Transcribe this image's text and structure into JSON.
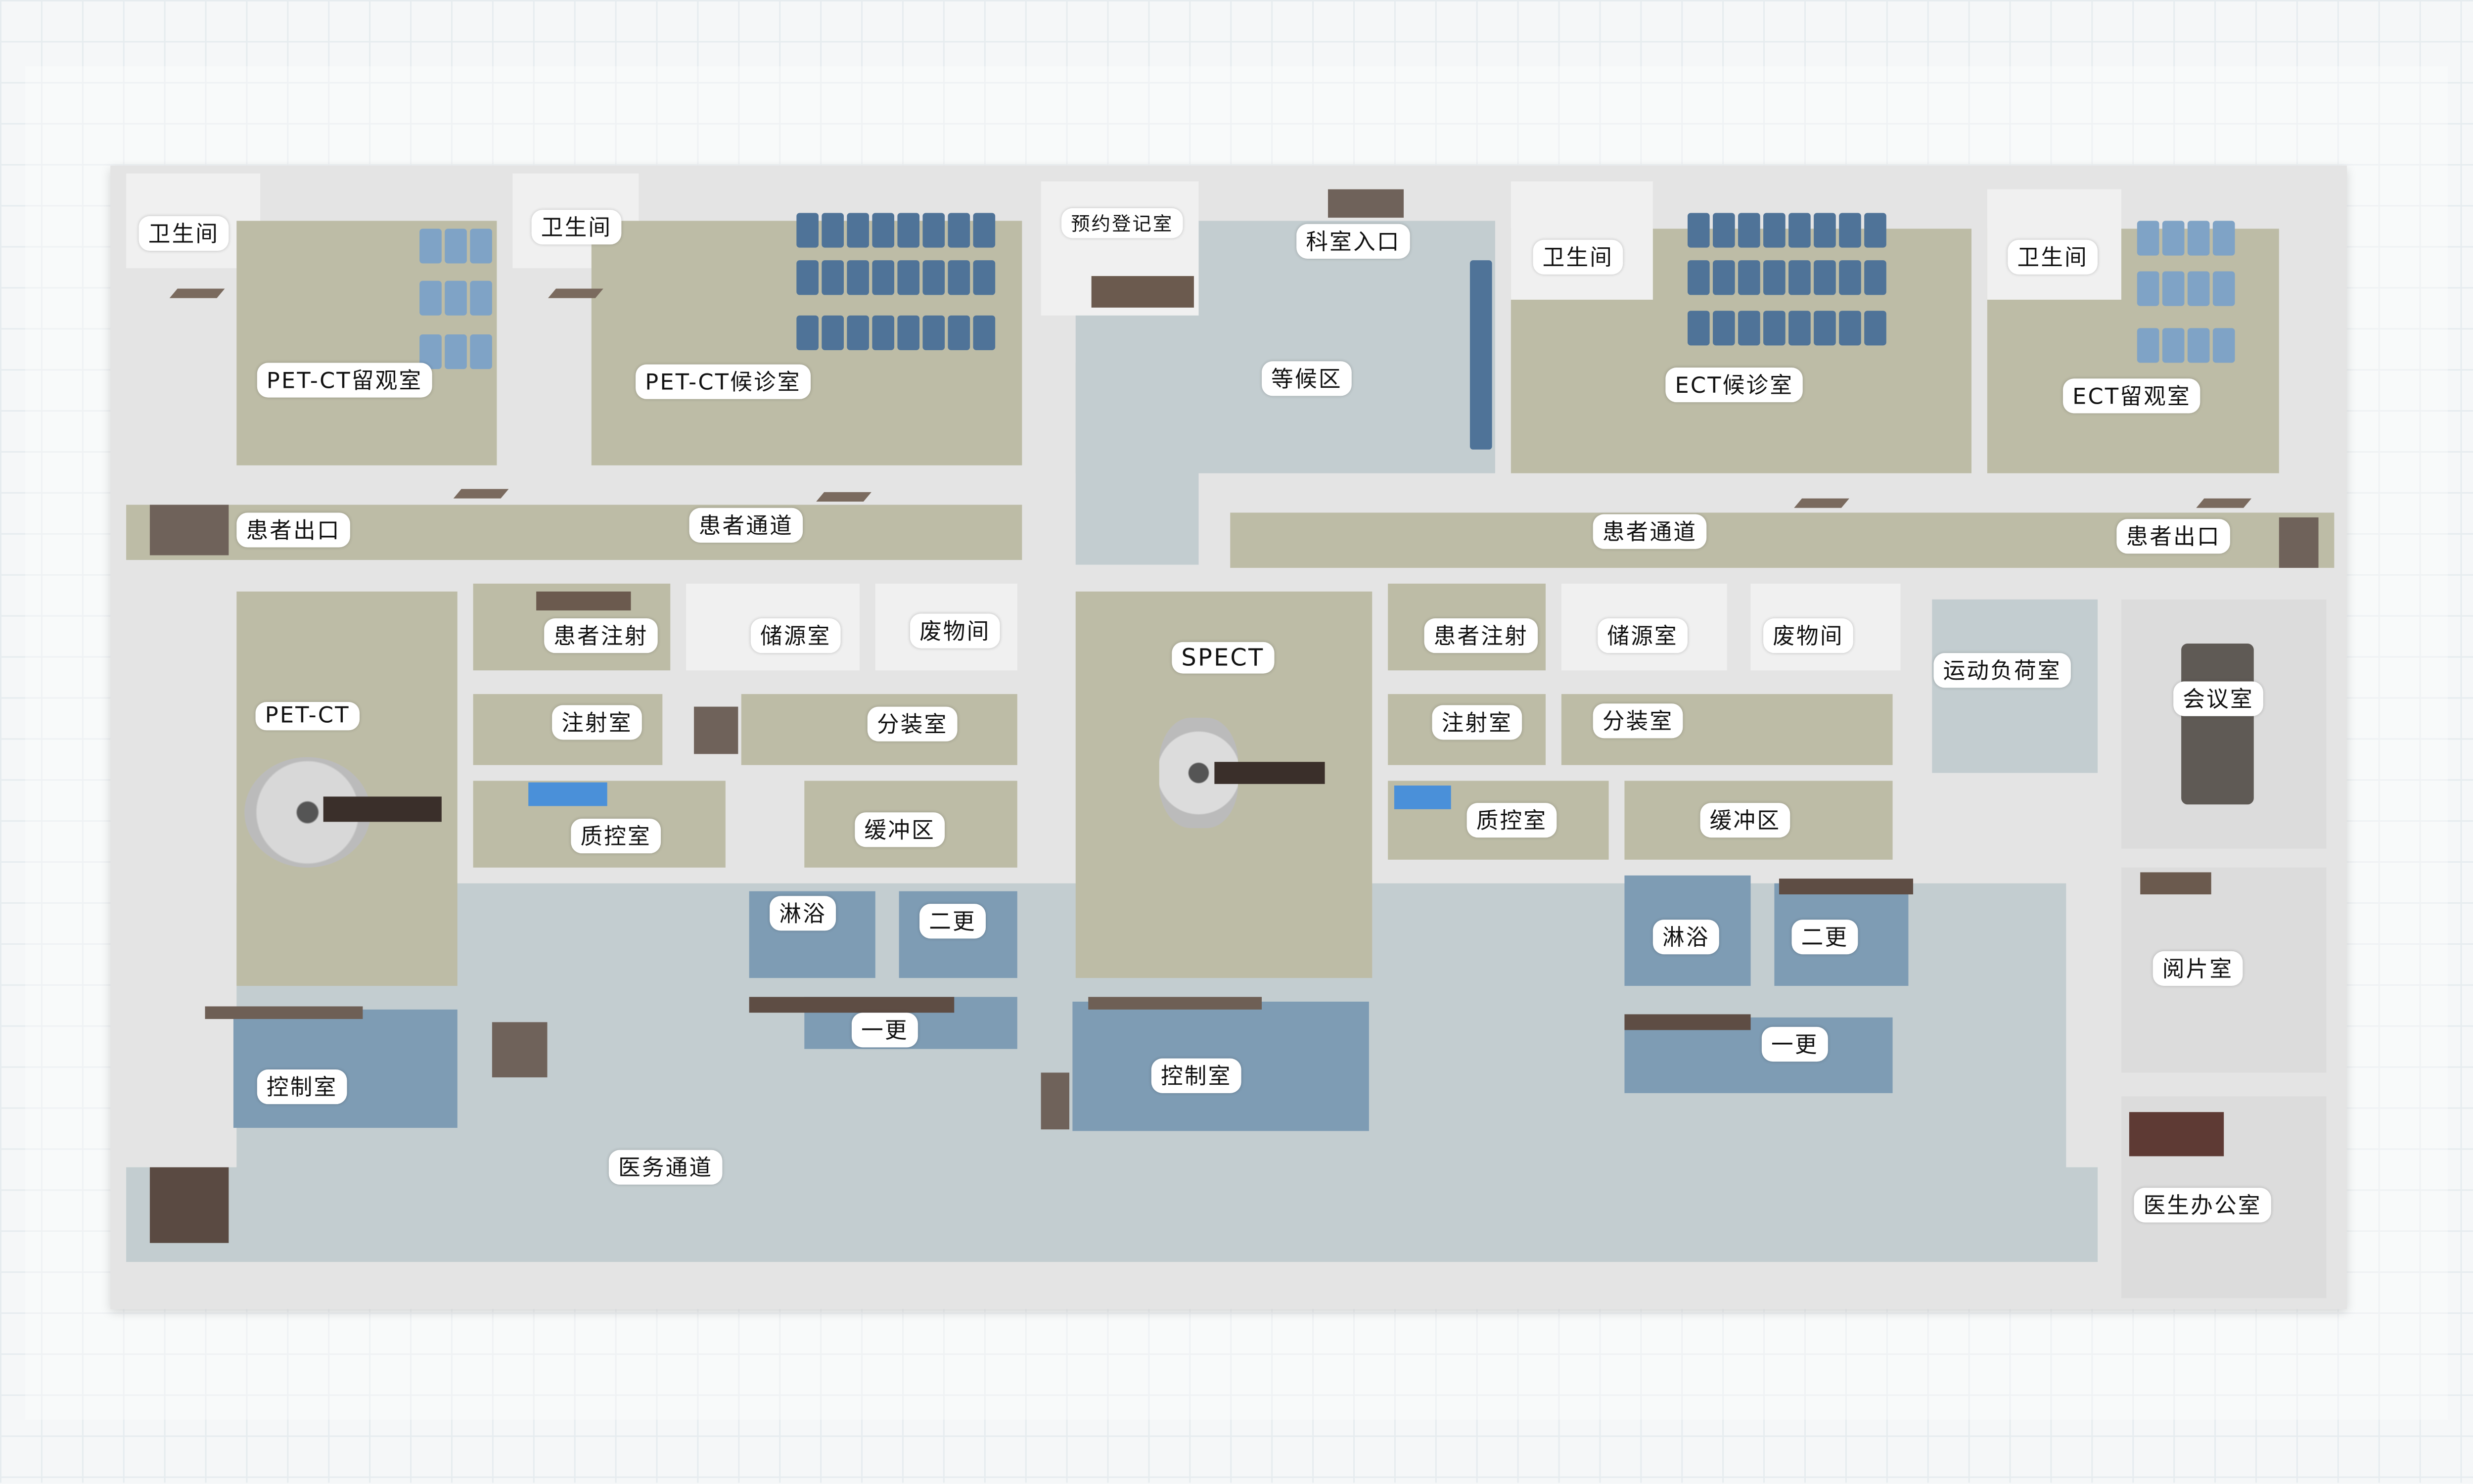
{
  "rooms": {
    "wc1": "卫生间",
    "wc2": "卫生间",
    "wc3": "卫生间",
    "wc4": "卫生间",
    "petct_obs": "PET-CT留观室",
    "petct_wait": "PET-CT候诊室",
    "registration": "预约登记室",
    "dept_entrance": "科室入口",
    "waiting_area": "等候区",
    "ect_wait": "ECT候诊室",
    "ect_obs": "ECT留观室",
    "patient_exit_left": "患者出口",
    "patient_corridor_left": "患者通道",
    "patient_corridor_right": "患者通道",
    "patient_exit_right": "患者出口",
    "petct": "PET-CT",
    "control1": "控制室",
    "inject_patient1": "患者注射",
    "source_store1": "储源室",
    "waste1": "废物间",
    "injection1": "注射室",
    "dispense1": "分装室",
    "qc1": "质控室",
    "buffer1": "缓冲区",
    "shower1": "淋浴",
    "change2_1": "二更",
    "change1_1": "一更",
    "spect": "SPECT",
    "control2": "控制室",
    "inject_patient2": "患者注射",
    "source_store2": "储源室",
    "waste2": "废物间",
    "injection2": "注射室",
    "dispense2": "分装室",
    "qc2": "质控室",
    "buffer2": "缓冲区",
    "shower2": "淋浴",
    "change2_2": "二更",
    "change1_2": "一更",
    "stress": "运动负荷室",
    "meeting": "会议室",
    "reading": "阅片室",
    "doctor_office": "医生办公室",
    "medical_corridor": "医务通道"
  },
  "colors": {
    "patient_floor": "#bdbca6",
    "corridor_floor": "#c3cdd0",
    "control_floor": "#7e9cb4",
    "chair": "#4f7398"
  }
}
